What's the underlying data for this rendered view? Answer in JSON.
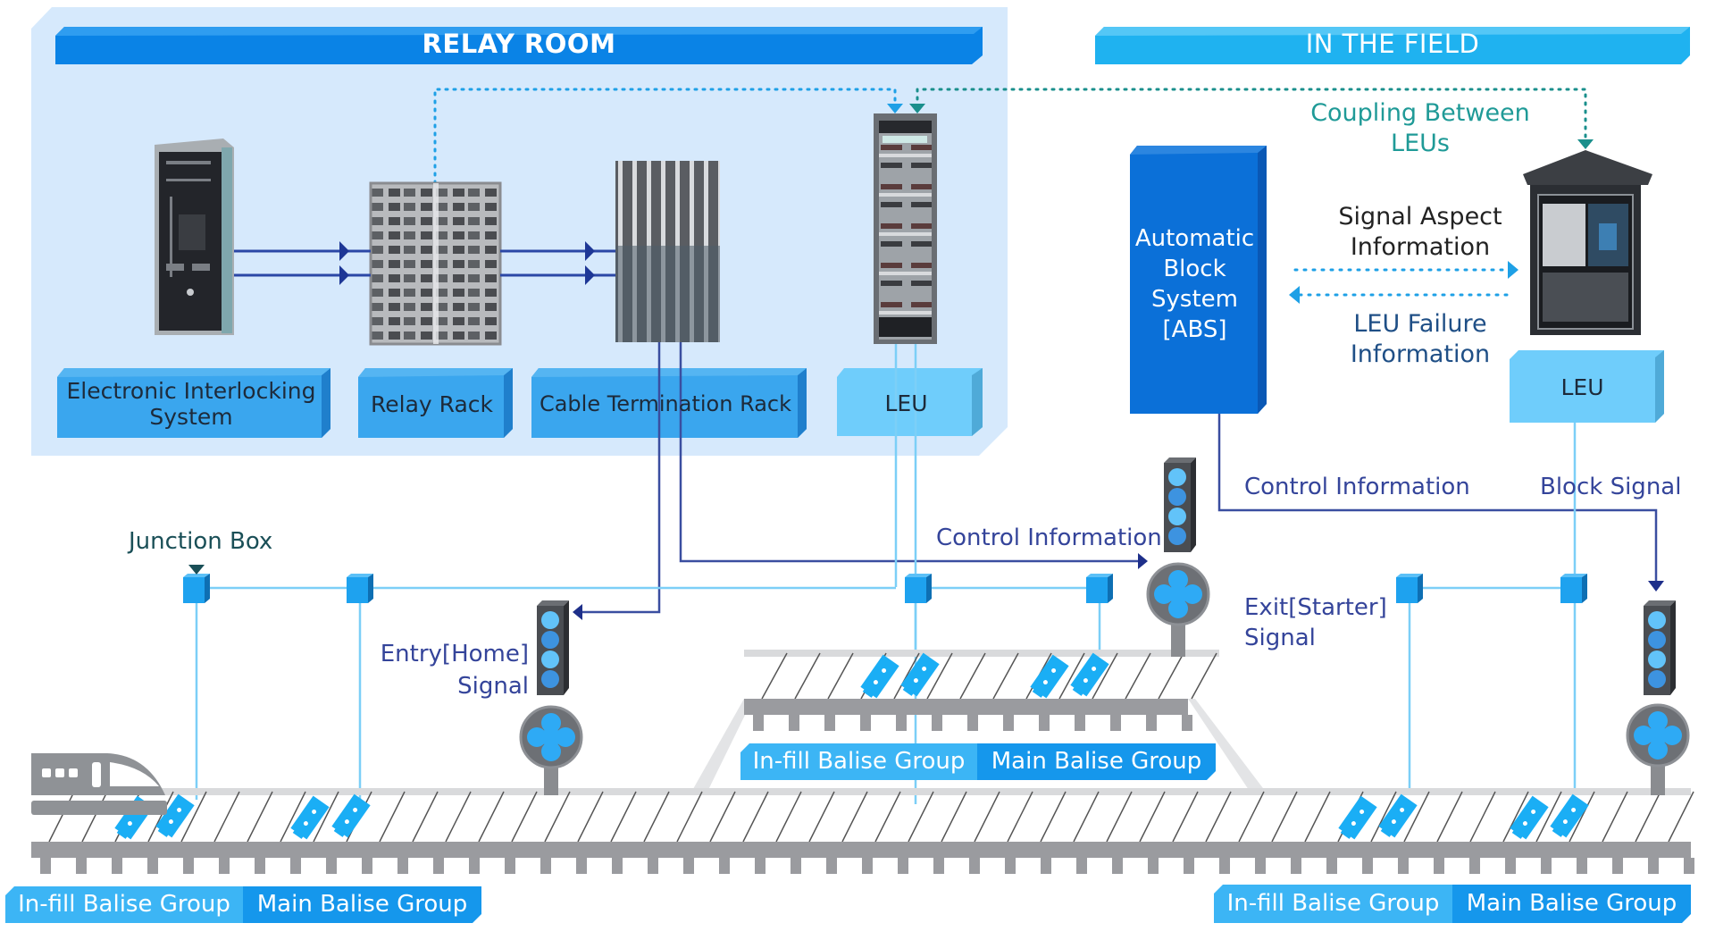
{
  "sections": {
    "relay_room": "RELAY ROOM",
    "in_the_field": "IN THE FIELD"
  },
  "relay_room_equipment": [
    {
      "id": "eis",
      "label_line1": "Electronic Interlocking",
      "label_line2": "System"
    },
    {
      "id": "relay_rack",
      "label": "Relay Rack"
    },
    {
      "id": "ctr",
      "label": "Cable Termination Rack"
    },
    {
      "id": "leu",
      "label": "LEU"
    }
  ],
  "field": {
    "abs": {
      "line1": "Automatic",
      "line2": "Block",
      "line3": "System",
      "line4": "[ABS]"
    },
    "leu_label": "LEU",
    "coupling": {
      "line1": "Coupling Between",
      "line2": "LEUs"
    },
    "signal_aspect": {
      "line1": "Signal Aspect",
      "line2": "Information"
    },
    "leu_failure": {
      "line1": "LEU Failure",
      "line2": "Information"
    }
  },
  "annotations": {
    "junction_box": "Junction Box",
    "control_info_left": "Control Information",
    "control_info_right": "Control Information",
    "block_signal": "Block Signal",
    "entry_signal": {
      "line1": "Entry[Home]",
      "line2": "Signal"
    },
    "exit_signal": {
      "line1": "Exit[Starter]",
      "line2": "Signal"
    }
  },
  "balise_labels": {
    "infill": "In-fill Balise Group",
    "main": "Main Balise Group"
  },
  "colors": {
    "relay_bg": "#d6e9fc",
    "relay_banner": "#0a83e6",
    "field_banner": "#1fb2f0",
    "box_blue": "#3aa6ee",
    "leu_box": "#6fcdfb",
    "abs_box": "#0b70d8",
    "balise": "#1aaef5",
    "rail_gray": "#9a9b9f",
    "navy_line": "#3a4ea0",
    "cable_line": "#7ccff7",
    "teal": "#1a8f8c"
  }
}
